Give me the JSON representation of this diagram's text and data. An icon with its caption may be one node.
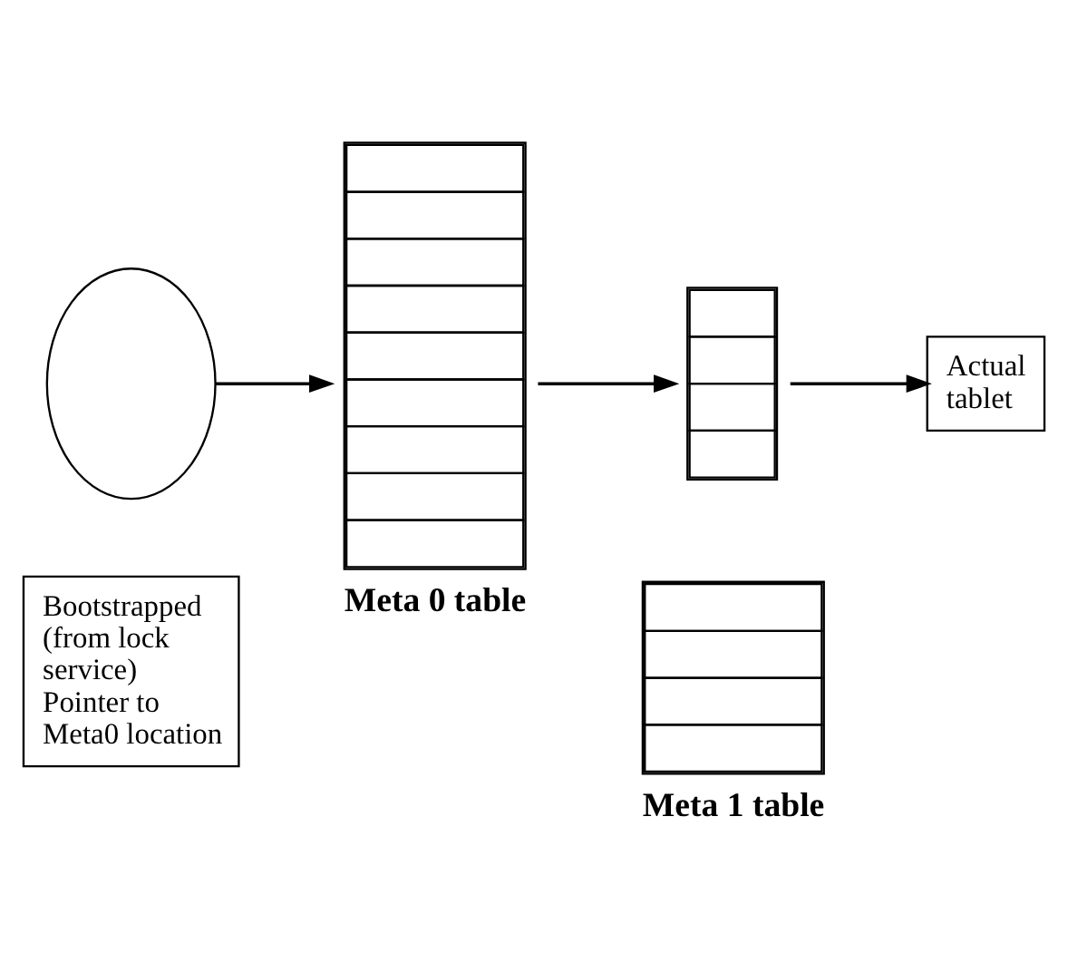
{
  "diagram": {
    "nodes": [
      {
        "text": [
          "Meta 0 table"
        ]
      },
      {
        "text": [],
        "shape": "table"
      },
      {
        "text": [
          "Actual tablet"
        ]
      },
      {
        "text": [],
        "shape": "ellipse"
      },
      {
        "text": [
          "Meta 1 table"
        ]
      },
      {
        "text": [
          "Bootstrapped (from lock service) Pointer to Meta0 location"
        ]
      }
    ],
    "edges": [
      {
        "from": 3,
        "to": 0,
        "arrow": "to"
      },
      {
        "from": 0,
        "to": 1,
        "arrow": "to"
      },
      {
        "from": 1,
        "to": 2,
        "arrow": "to"
      }
    ]
  }
}
